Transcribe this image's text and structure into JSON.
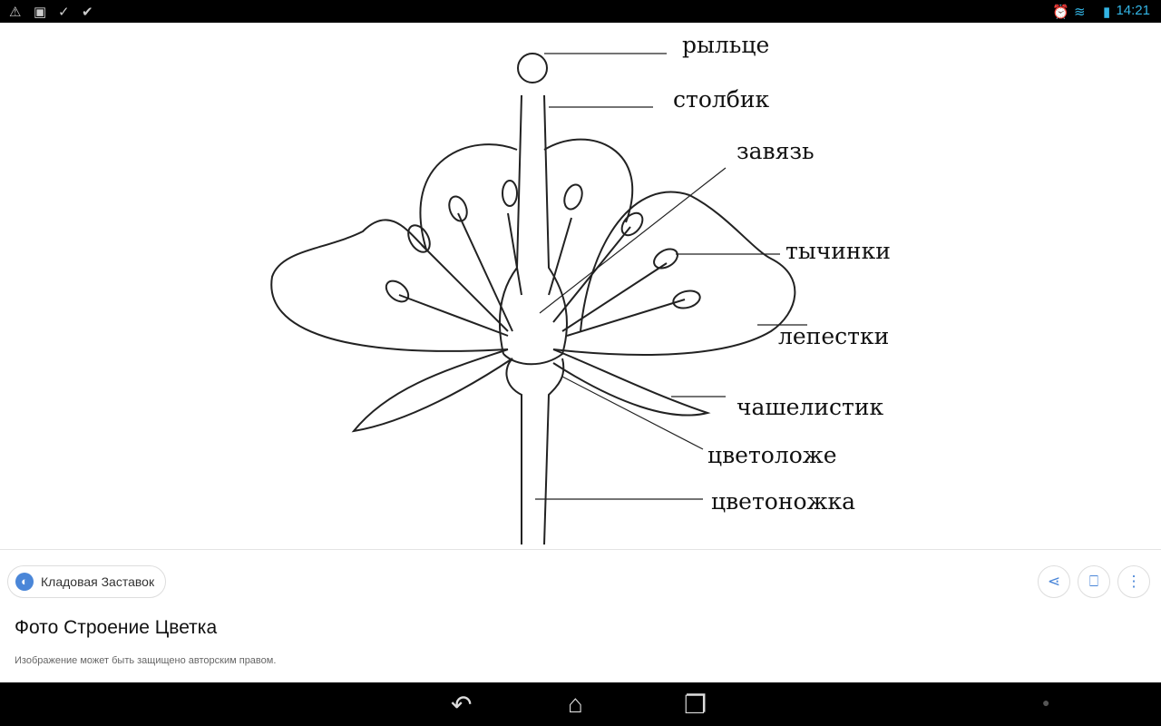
{
  "status_bar": {
    "icons": [
      "warning-icon",
      "image-icon",
      "check-icon",
      "download-icon"
    ],
    "time": "14:21"
  },
  "diagram": {
    "labels": {
      "stigma": "рыльце",
      "style": "столбик",
      "ovary": "завязь",
      "stamens": "тычинки",
      "petals": "лепестки",
      "sepal": "чашелистик",
      "receptacle": "цветоложе",
      "pedicel": "цветоножка"
    }
  },
  "source": {
    "name": "Кладовая Заставок"
  },
  "title": "Фото Строение Цветка",
  "copyright": "Изображение может быть защищено авторским правом.",
  "accent": "#4a86d8"
}
